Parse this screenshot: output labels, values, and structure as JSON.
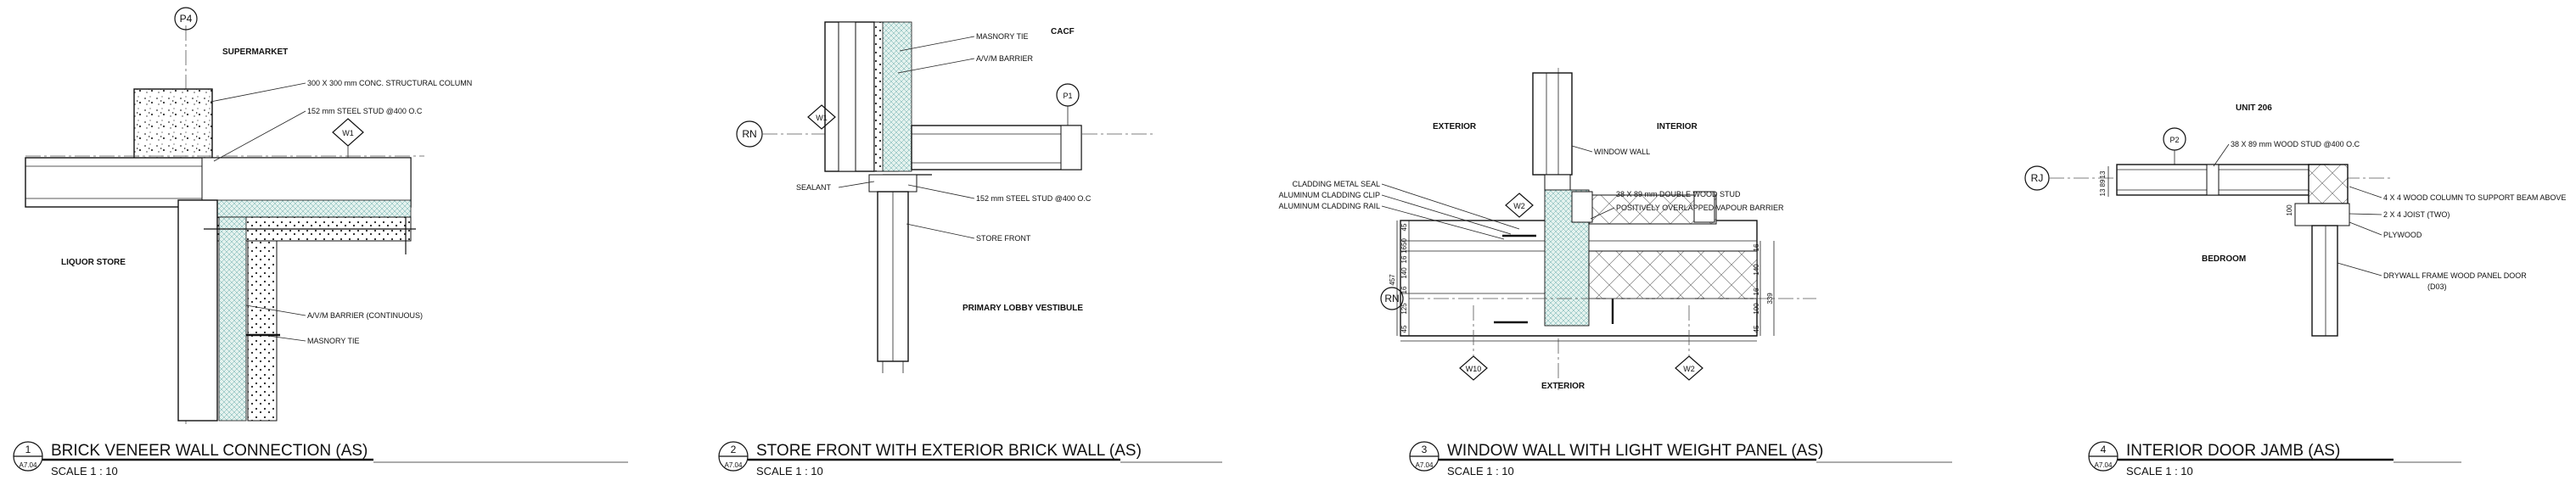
{
  "details": [
    {
      "number": "1",
      "sheet": "A7.04",
      "title": "BRICK VENEER WALL CONNECTION (AS)",
      "scale": "SCALE   1 : 10",
      "grid": [
        "P4",
        "W1"
      ],
      "rooms": [
        "SUPERMARKET",
        "LIQUOR STORE"
      ],
      "labels": [
        "300 X 300 mm  CONC. STRUCTURAL COLUMN",
        "152 mm STEEL STUD @400 O.C",
        "A/V/M BARRIER (CONTINUOUS)",
        "MASNORY TIE"
      ]
    },
    {
      "number": "2",
      "sheet": "A7.04",
      "title": "STORE FRONT WITH EXTERIOR BRICK WALL (AS)",
      "scale": "SCALE   1 : 10",
      "grid": [
        "RN",
        "W1",
        "P1"
      ],
      "rooms": [
        "CACF",
        "PRIMARY LOBBY VESTIBULE"
      ],
      "labels": [
        "MASNORY TIE",
        "A/V/M BARRIER",
        "SEALANT",
        "152 mm STEEL STUD @400 O.C",
        "STORE FRONT"
      ]
    },
    {
      "number": "3",
      "sheet": "A7.04",
      "title": "WINDOW WALL WITH LIGHT WEIGHT PANEL  (AS)",
      "scale": "SCALE   1 : 10",
      "grid": [
        "RN",
        "W2",
        "W2",
        "W10"
      ],
      "rooms": [
        "EXTERIOR",
        "INTERIOR",
        "EXTERIOR"
      ],
      "labels": [
        "WINDOW WALL",
        "CLADDING METAL SEAL",
        "ALUMINUM CLADDING CLIP",
        "ALUMINUM CLADDING RAIL",
        "38 X 89 mm DOUBLE WOOD STUD",
        "POSITIVELY OVERLAPPED VAPOUR BARRIER"
      ],
      "dims_left": [
        "457",
        "45",
        "1650",
        "16",
        "140",
        "16",
        "125",
        "45"
      ],
      "dims_right": [
        "16",
        "140",
        "16",
        "100",
        "45",
        "339"
      ]
    },
    {
      "number": "4",
      "sheet": "A7.04",
      "title": "INTERIOR DOOR JAMB (AS)",
      "scale": "SCALE   1 : 10",
      "grid": [
        "RJ",
        "P2"
      ],
      "rooms": [
        "UNIT 206",
        "BEDROOM"
      ],
      "labels": [
        "38 X 89 mm WOOD STUD @400 O.C",
        "4 X 4 WOOD COLUMN TO SUPPORT BEAM ABOVE",
        "2 X 4 JOIST (TWO)",
        "PLYWOOD",
        "DRYWALL FRAME WOOD PANEL DOOR",
        "(D03)"
      ],
      "dims": [
        "13",
        "89",
        "13",
        "100"
      ]
    }
  ]
}
